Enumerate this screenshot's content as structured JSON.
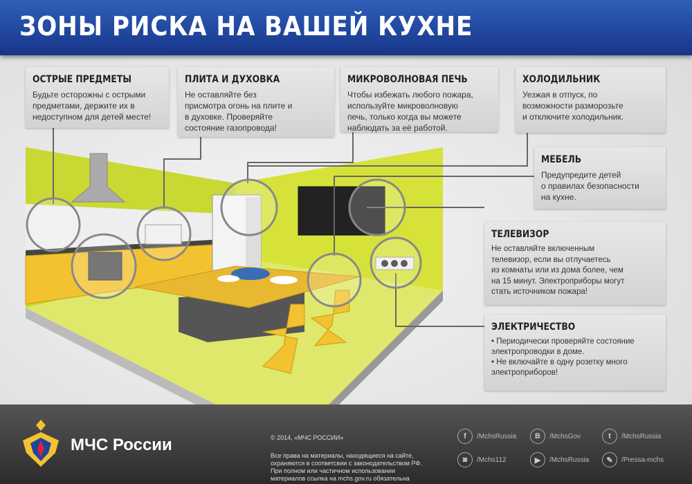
{
  "header": {
    "title": "ЗОНЫ РИСКА НА ВАШЕЙ КУХНЕ"
  },
  "boxes": {
    "sharp": {
      "title": "ОСТРЫЕ ПРЕДМЕТЫ",
      "text": "Будьте осторожны с острыми\nпредметами, держите их в\nнедоступном для детей месте!"
    },
    "stove": {
      "title": "ПЛИТА И ДУХОВКА",
      "text": "Не оставляйте без\nприсмотра огонь на плите и\nв духовке. Проверяйте\nсостояние газопровода!"
    },
    "microwave": {
      "title": "МИКРОВОЛНОВАЯ ПЕЧЬ",
      "text": "Чтобы избежать любого пожара,\nиспользуйте микроволновую\nпечь, только когда вы можете\nнаблюдать за её работой."
    },
    "fridge": {
      "title": "ХОЛОДИЛЬНИК",
      "text": "Уезжая в отпуск, по\nвозможности разморозьте\nи отключите холодильник."
    },
    "furniture": {
      "title": "МЕБЕЛЬ",
      "text": "Предупредите детей\nо правилах безопасности\nна кухне."
    },
    "tv": {
      "title": "ТЕЛЕВИЗОР",
      "text": "Не оставляйте включенным\nтелевизор, если вы отлучаетесь\nиз комнаты или из дома более, чем\nна 15 минут. Электроприборы могут\nстать источником пожара!"
    },
    "electricity": {
      "title": "ЭЛЕКТРИЧЕСТВО",
      "text": "• Периодически проверяйте состояние\n  электропроводки в доме.\n• Не включайте в одну розетку много\n  электроприборов!"
    }
  },
  "footer": {
    "brand": "МЧС России",
    "copyright": "© 2014, «МЧС РОССИИ»",
    "rights": "Все права на материалы, находящиеся на сайте,\nохраняются в соответсвии с законодательством РФ.\nПри полном или частичном использовании\nматериалов ссылка на mchs.gov.ru обязательна",
    "social": [
      {
        "icon": "facebook-icon",
        "glyph": "f",
        "label": "/MchsRussia"
      },
      {
        "icon": "vk-icon",
        "glyph": "B",
        "label": "/MchsGov"
      },
      {
        "icon": "twitter-icon",
        "glyph": "t",
        "label": "/MchsRussia"
      },
      {
        "icon": "instagram-icon",
        "glyph": "◙",
        "label": "/Mchs112"
      },
      {
        "icon": "youtube-icon",
        "glyph": "▶",
        "label": "/MchsRussia"
      },
      {
        "icon": "blog-icon",
        "glyph": "✎",
        "label": "/Pressa-mchs"
      }
    ]
  },
  "colors": {
    "header": "#1f44a0",
    "wall": "#d6e23a",
    "floor": "#dfe86a",
    "cabinet": "#f2c230",
    "footer": "#3a3a3a"
  }
}
